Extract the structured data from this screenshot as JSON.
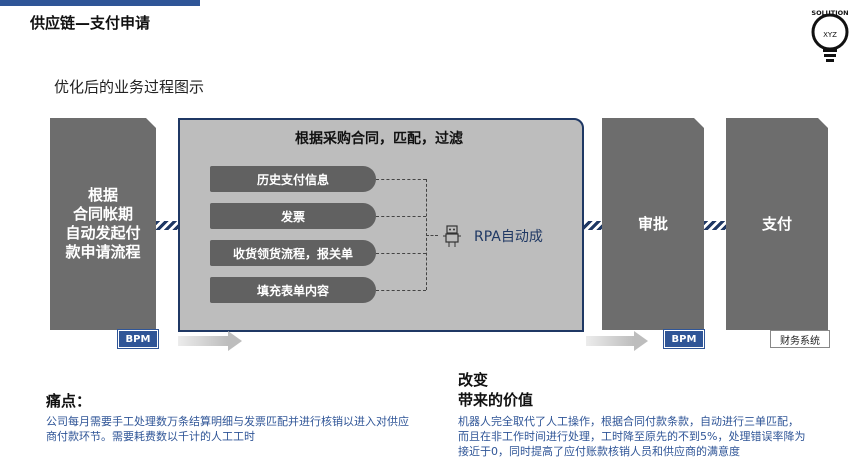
{
  "header": {
    "title": "供应链—支付申请"
  },
  "logo": {
    "text": "SOLUTION",
    "sub": "XYZ"
  },
  "subtitle": "优化后的业务过程图示",
  "left_panel": {
    "lines": [
      "根据",
      "合同帐期",
      "自动发起付",
      "款申请流程"
    ],
    "tag": "BPM"
  },
  "center_panel": {
    "title": "根据采购合同，匹配，过滤",
    "items": [
      "历史支付信息",
      "发票",
      "收货领货流程，报关单",
      "填充表单内容"
    ],
    "rpa_label": "RPA自动成"
  },
  "approve_panel": {
    "label": "审批",
    "tag": "BPM"
  },
  "pay_panel": {
    "label": "支付",
    "tag": "财务系统"
  },
  "pain": {
    "title": "痛点：",
    "text": "公司每月需要手工处理数万条结算明细与发票匹配并进行核销以进入对供应商付款环节。需要耗费数以千计的人工工时"
  },
  "value": {
    "title_line1": "改变",
    "title_line2": "带来的价值",
    "text": "机器人完全取代了人工操作，根据合同付款条款，自动进行三单匹配，而且在非工作时间进行处理，工时降至原先的不到5%，处理错误率降为接近于0，同时提高了应付账款核销人员和供应商的满意度"
  },
  "colors": {
    "accent": "#2f5597",
    "panel": "#6d6d6d",
    "center_bg": "#bdbdbd"
  }
}
